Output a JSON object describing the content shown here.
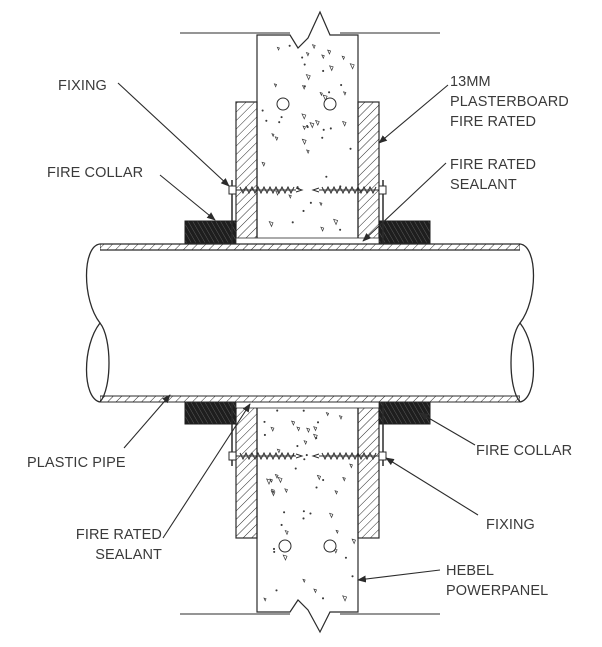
{
  "labels": {
    "fixing_top": "FIXING",
    "plasterboard": [
      "13MM",
      "PLASTERBOARD",
      "FIRE RATED"
    ],
    "fire_collar_top": "FIRE COLLAR",
    "sealant_top": [
      "FIRE RATED",
      "SEALANT"
    ],
    "plastic_pipe": "PLASTIC PIPE",
    "fire_collar_bottom": "FIRE COLLAR",
    "sealant_bottom": [
      "FIRE RATED",
      "SEALANT"
    ],
    "fixing_bottom": "FIXING",
    "hebel": [
      "HEBEL",
      "POWERPANEL"
    ]
  },
  "colors": {
    "line": "#2b2b2b",
    "collar": "#1e1e1e",
    "label_text": "#3a3a3a",
    "background": "#ffffff"
  }
}
